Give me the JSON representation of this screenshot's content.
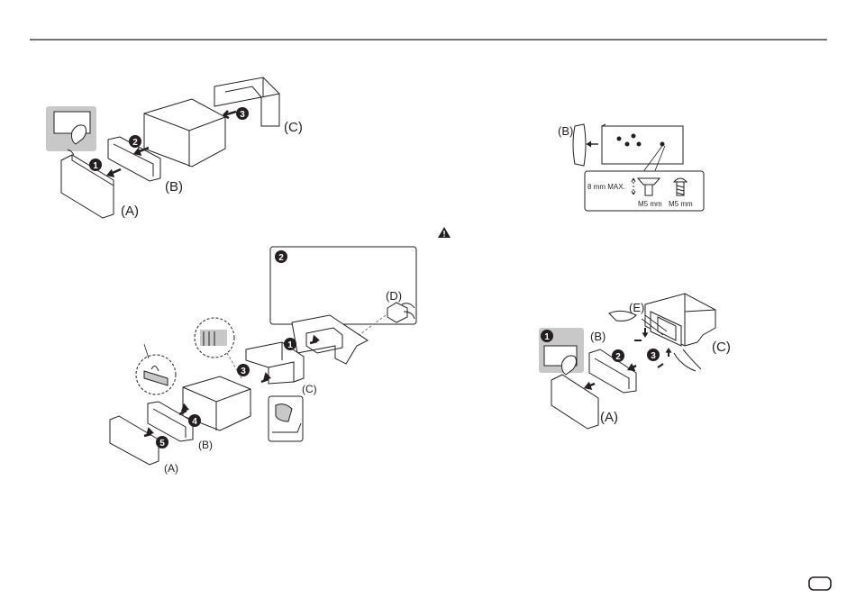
{
  "labels": {
    "a": "(A)",
    "b": "(B)",
    "c": "(C)",
    "d": "(D)",
    "e": "(E)",
    "screw_max": "8 mm MAX.",
    "screw_m5_left": "M5 mm",
    "screw_m5_right": "M5 mm"
  },
  "steps": {
    "s1": "1",
    "s2": "2",
    "s3": "3",
    "s4": "4",
    "s5": "5"
  },
  "icons": {
    "warning": "warning-triangle-icon",
    "hand": "hand-pointer-icon",
    "arrow": "push-arrow-icon"
  },
  "colors": {
    "line": "#231f20",
    "shade": "#c8c8c8",
    "light": "#e6e6e6",
    "dash": "#777777"
  }
}
